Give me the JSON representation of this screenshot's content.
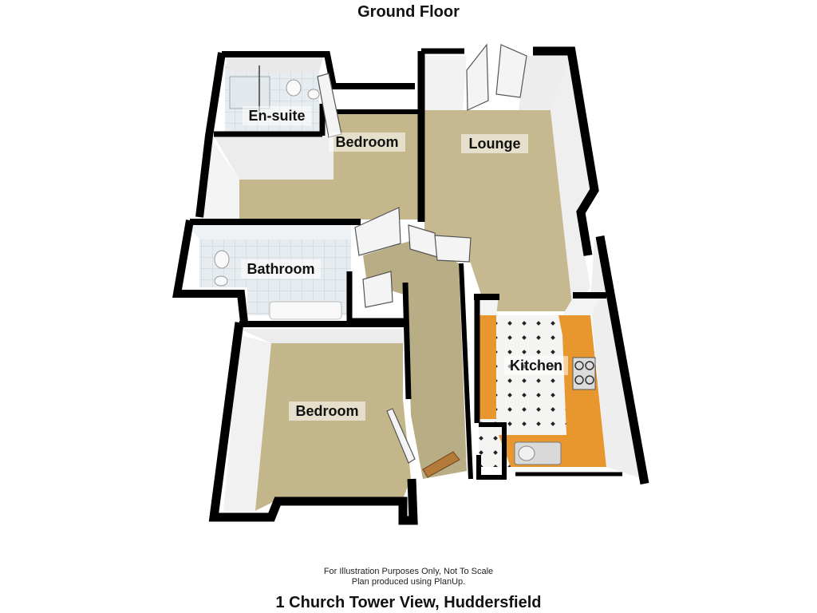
{
  "floor_title": "Ground Floor",
  "rooms": {
    "ensuite": "En-suite",
    "bedroom_1": "Bedroom",
    "lounge": "Lounge",
    "bathroom": "Bathroom",
    "kitchen": "Kitchen",
    "bedroom_2": "Bedroom"
  },
  "footer": {
    "disclaimer": "For Illustration Purposes Only, Not To Scale",
    "credit": "Plan produced using PlanUp.",
    "address": "1 Church Tower View, Huddersfield"
  },
  "colors": {
    "wall": "#000000",
    "carpet": "#c2b48a",
    "hall_carpet": "#b9ad86",
    "kitchen_floor": "#f2f2f0",
    "kitchen_worktop": "#e8962e",
    "wall_inner": "#ececec",
    "tile": "#dfe6ea"
  }
}
